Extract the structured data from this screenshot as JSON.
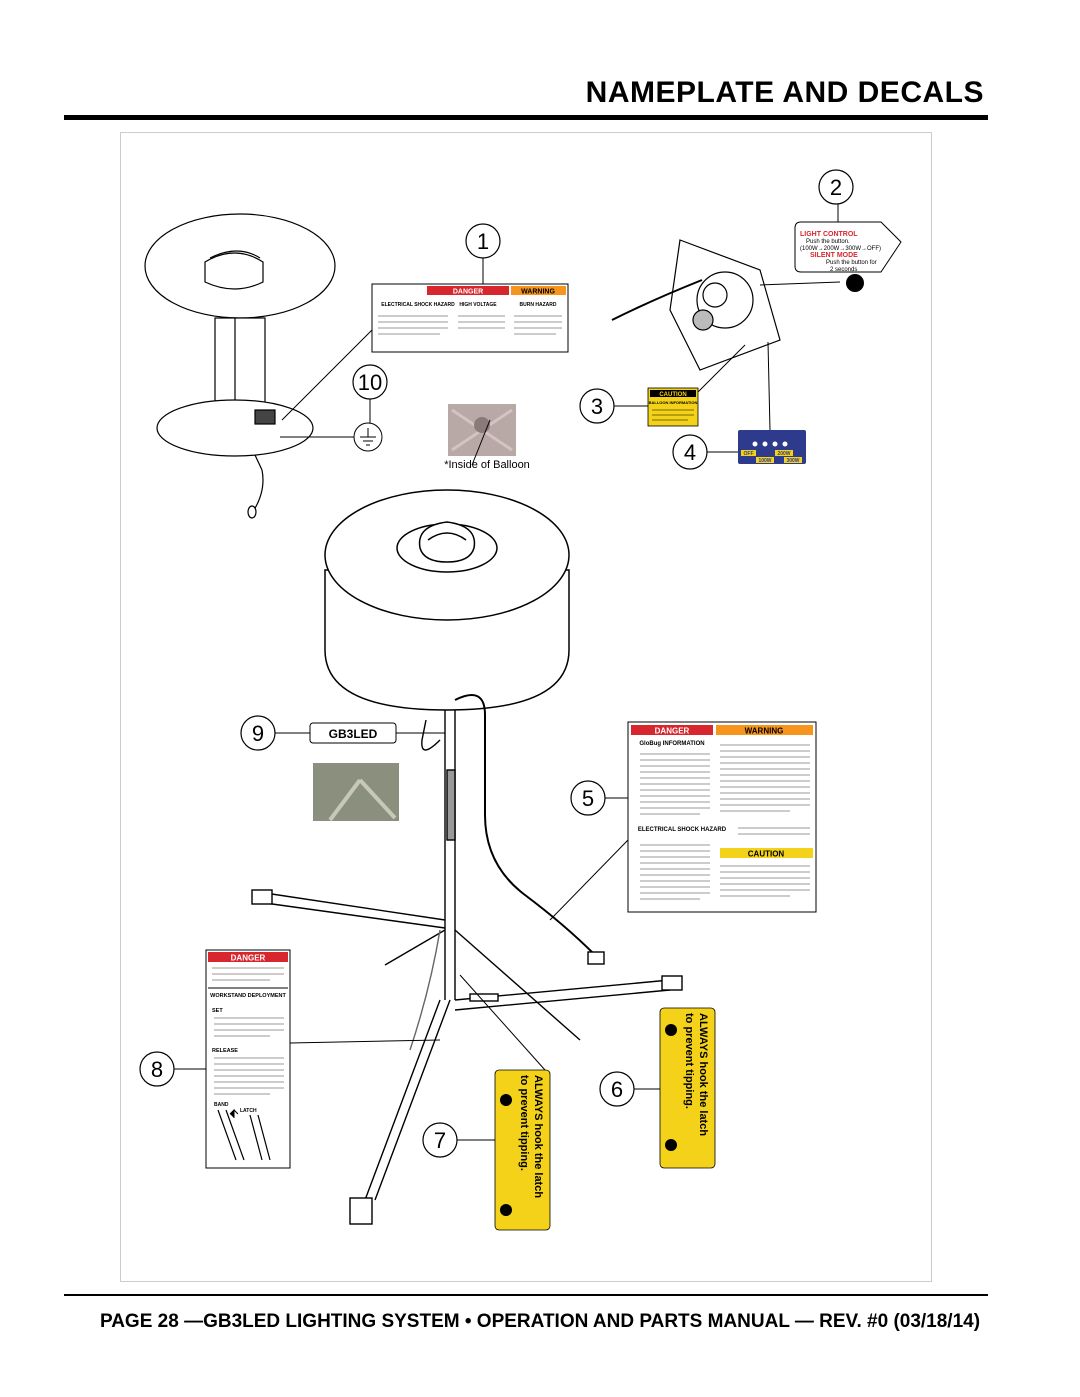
{
  "header": {
    "title": "NAMEPLATE AND DECALS"
  },
  "footer": {
    "text": "PAGE 28 —GB3LED LIGHTING SYSTEM • OPERATION AND PARTS MANUAL — REV. #0 (03/18/14)"
  },
  "callouts": [
    "1",
    "2",
    "3",
    "4",
    "5",
    "6",
    "7",
    "8",
    "9",
    "10"
  ],
  "decal1": {
    "danger": "DANGER",
    "warning": "WARNING",
    "electrical": "ELECTRICAL SHOCK HAZARD",
    "high_voltage": "HIGH VOLTAGE",
    "burn": "BURN HAZARD"
  },
  "decal2": {
    "light_control": "LIGHT CONTROL",
    "push": "Push the button.",
    "sequence": "(100W→200W→300W→OFF)",
    "silent_mode": "SILENT MODE",
    "push_silent": "Push the button for",
    "seconds": "2 seconds"
  },
  "decal3": {
    "caution": "CAUTION",
    "balloon_info": "BALLOON INFORMATION"
  },
  "decal4": {
    "off": "OFF",
    "w200": "200W",
    "w100": "100W",
    "w300": "300W"
  },
  "balloon_note": "*Inside of Balloon",
  "nameplate": "GB3LED",
  "decal5": {
    "danger": "DANGER",
    "warning": "WARNING",
    "globug": "GloBug INFORMATION",
    "electrical": "ELECTRICAL SHOCK HAZARD",
    "caution": "CAUTION"
  },
  "decal6": {
    "line1": "ALWAYS hook the latch",
    "line2": "to prevent tipping."
  },
  "decal7": {
    "line1": "ALWAYS hook the latch",
    "line2": "to prevent tipping."
  },
  "decal8": {
    "danger": "DANGER",
    "workstand": "WORKSTAND DEPLOYMENT",
    "set": "SET",
    "release": "RELEASE",
    "latch": "LATCH",
    "band": "BAND"
  },
  "colors": {
    "danger": "#d7262e",
    "warning": "#f7941d",
    "caution": "#f4d21a",
    "label_blue": "#2e3a8c"
  }
}
